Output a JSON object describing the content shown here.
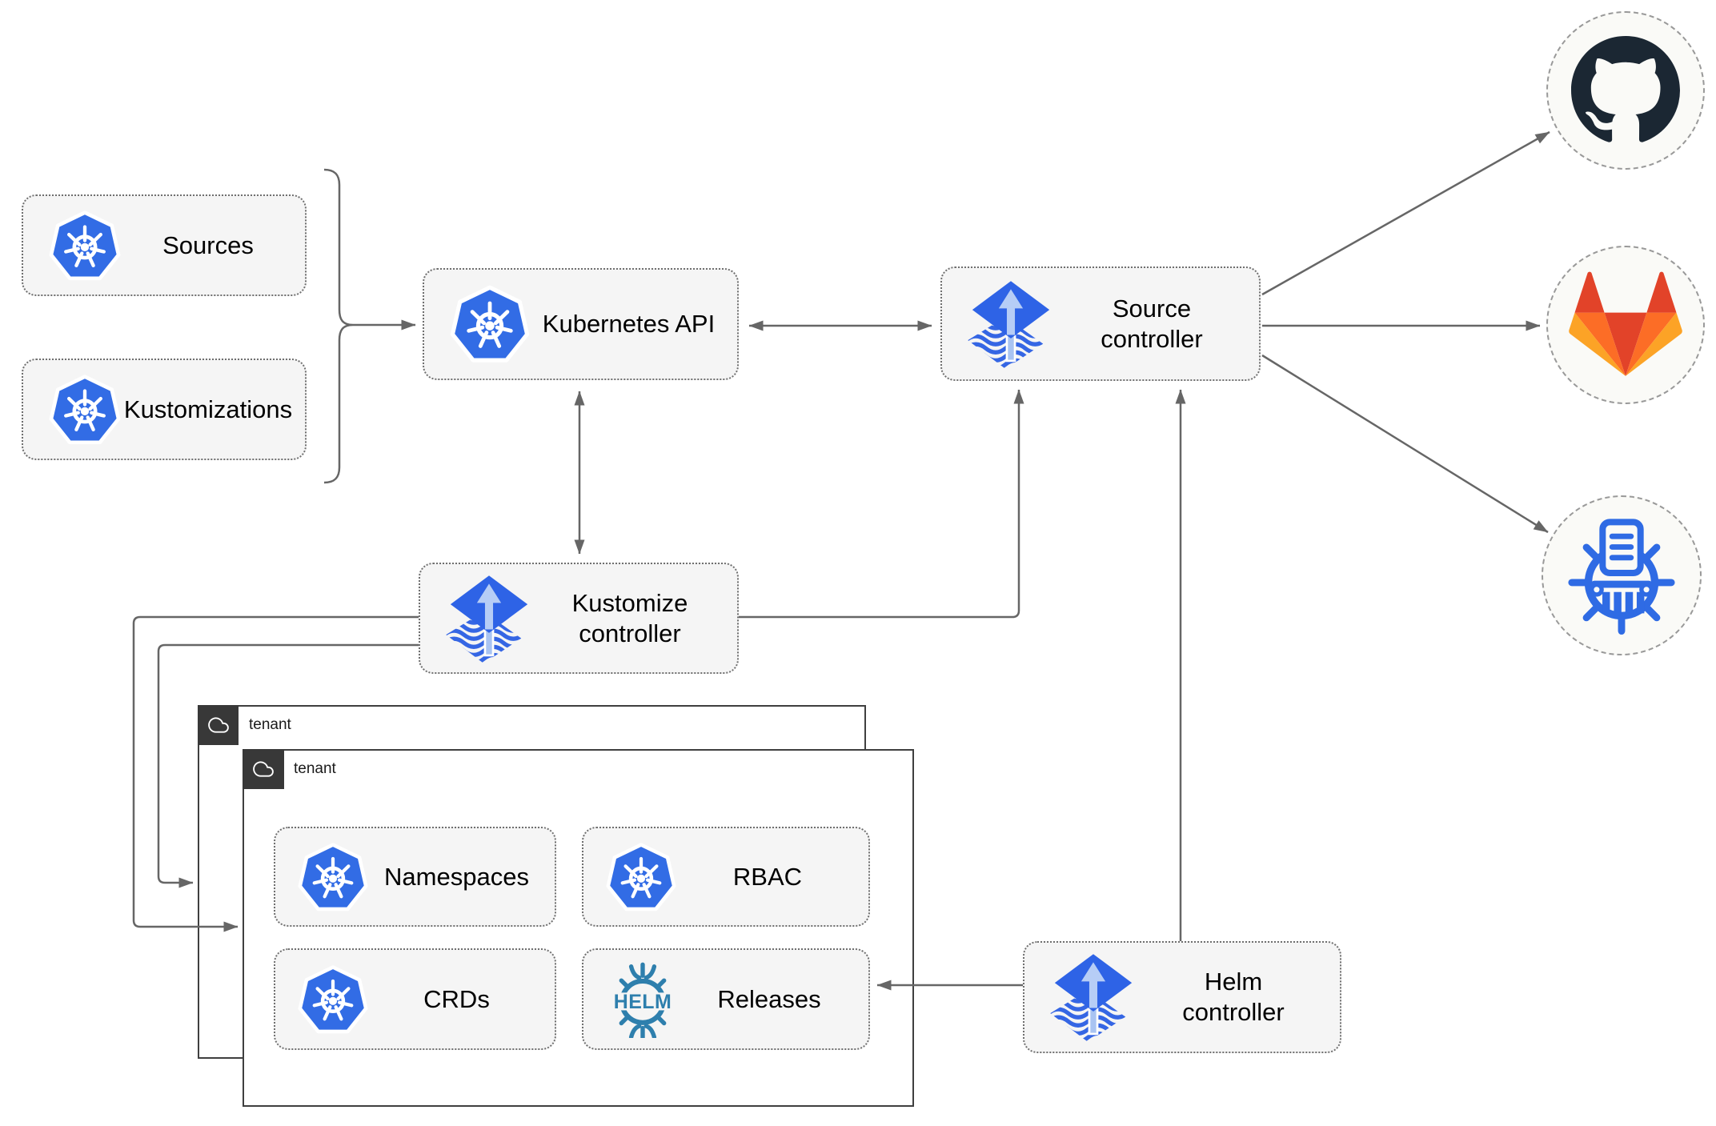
{
  "diagram": {
    "nodes": {
      "sources": {
        "label": "Sources",
        "icon": "kubernetes-icon"
      },
      "kustomizations": {
        "label": "Kustomizations",
        "icon": "kubernetes-icon"
      },
      "kubernetes_api": {
        "label": "Kubernetes API",
        "icon": "kubernetes-icon"
      },
      "source_controller": {
        "label": "Source\ncontroller",
        "icon": "flux-icon"
      },
      "kustomize_controller": {
        "label": "Kustomize\ncontroller",
        "icon": "flux-icon"
      },
      "helm_controller": {
        "label": "Helm\ncontroller",
        "icon": "flux-icon"
      },
      "namespaces": {
        "label": "Namespaces",
        "icon": "kubernetes-icon"
      },
      "rbac": {
        "label": "RBAC",
        "icon": "kubernetes-icon"
      },
      "crds": {
        "label": "CRDs",
        "icon": "kubernetes-icon"
      },
      "releases": {
        "label": "Releases",
        "icon": "helm-icon"
      },
      "github": {
        "icon": "github-icon"
      },
      "gitlab": {
        "icon": "gitlab-icon"
      },
      "chart_repository": {
        "icon": "chartmuseum-icon"
      }
    },
    "tenants": [
      {
        "label": "tenant",
        "icon": "cloud-icon"
      },
      {
        "label": "tenant",
        "icon": "cloud-icon"
      }
    ],
    "edges": [
      "sources+kustomizations -> kubernetes-api",
      "kubernetes-api <-> source-controller",
      "kubernetes-api <-> kustomize-controller",
      "kustomize-controller -> source-controller",
      "helm-controller -> source-controller",
      "helm-controller -> releases",
      "kustomize-controller -> tenant-front",
      "kustomize-controller -> tenant-back",
      "source-controller -> github",
      "source-controller -> gitlab",
      "source-controller -> chart-repository"
    ],
    "colors": {
      "kubernetes_blue": "#326CE5",
      "flux_blue": "#2E63E6",
      "flux_light": "#B6CDF6",
      "helm_teal": "#2E7FAD",
      "chartmuseum_blue": "#2F6BE4",
      "github_dark": "#1B2733",
      "gitlab_orange_dark": "#E24329",
      "gitlab_orange": "#FC6D26",
      "gitlab_orange_light": "#FCA326",
      "wire_gray": "#666666",
      "pill_fill": "#F5F5F5",
      "tab_dark": "#383838"
    }
  }
}
